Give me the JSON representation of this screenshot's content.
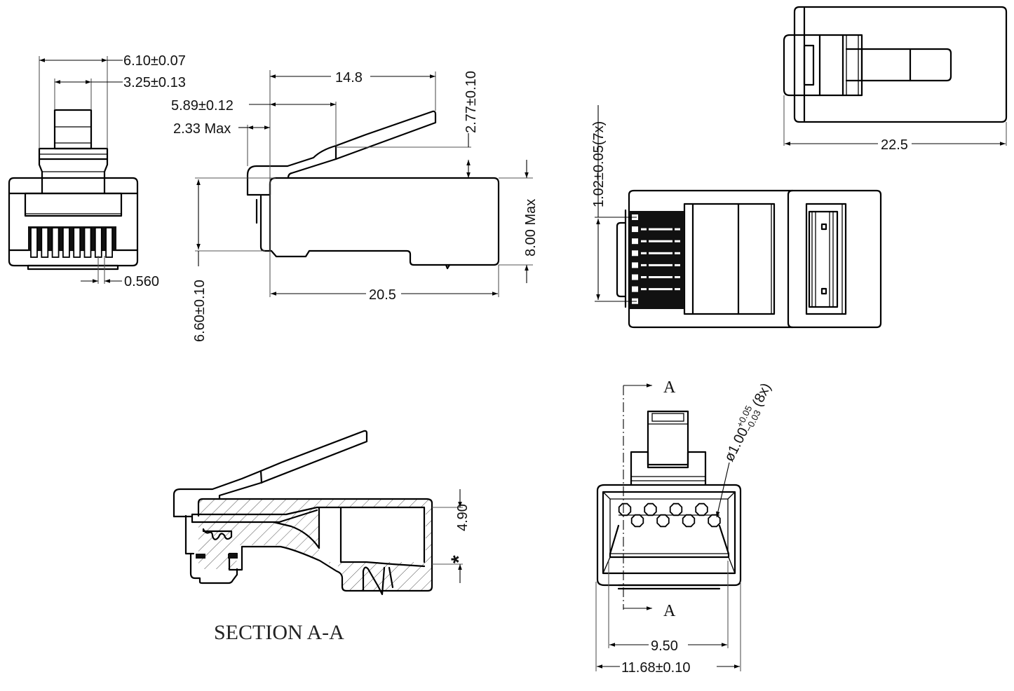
{
  "drawing": {
    "subject": "RJ45 modular plug",
    "views": {
      "front_view": {
        "dims": {
          "overall_width": "6.10±0.07",
          "latch_width": "3.25±0.13",
          "contact_pitch_gap": "0.560"
        }
      },
      "side_view": {
        "dims": {
          "latch_length": "14.8",
          "latch_root": "5.89±0.12",
          "latch_overhang": "2.33 Max",
          "latch_height": "2.77±0.10",
          "body_height": "6.60±0.10",
          "overall_height": "8.00 Max",
          "body_length": "20.5"
        }
      },
      "top_view": {
        "dims": {
          "overall_length": "22.5"
        }
      },
      "bottom_view": {
        "dims": {
          "contact_pitch": "1.02±0.05(7x)"
        }
      },
      "section_view": {
        "title": "SECTION A-A",
        "dims": {
          "star_marker": "*",
          "cavity_height": "4.90"
        }
      },
      "rear_view": {
        "section_label_top": "A",
        "section_label_bottom": "A",
        "dims": {
          "hole_dia_prefix": "ø1.00",
          "hole_tol_plus": "+0.05",
          "hole_tol_minus": "−0.03",
          "hole_count": "(8x)",
          "inner_width": "9.50",
          "outer_width": "11.68±0.10"
        }
      }
    }
  }
}
